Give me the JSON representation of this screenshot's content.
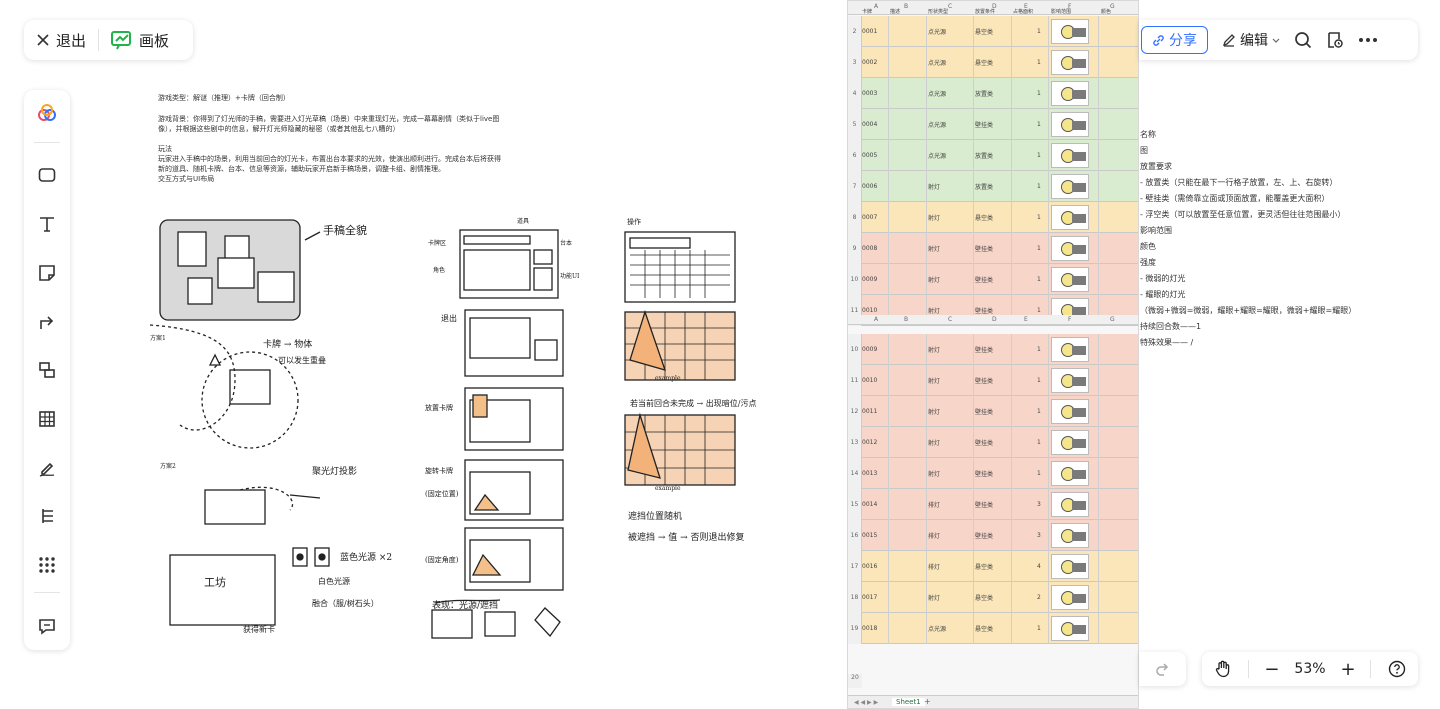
{
  "topbar": {
    "exit_label": "退出",
    "board_label": "画板"
  },
  "rightbar": {
    "share_label": "分享",
    "edit_label": "编辑"
  },
  "sidebar": {
    "items": [
      "palette-icon",
      "rect-icon",
      "text-icon",
      "sticky-note-icon",
      "connector-icon",
      "frame-icon",
      "table-icon",
      "pen-icon",
      "mindmap-icon",
      "more-apps-icon",
      "comment-icon"
    ]
  },
  "doc_notes": {
    "line1": "游戏类型：解谜（推理）+卡牌（回合制）",
    "line2": "游戏背景：你得到了灯光师的手稿，需要进入灯光草稿（场景）中来重现灯光，完成一幕幕剧情（类似于live图",
    "line3": "像），并根据这些剧中的信息，解开灯光师隐藏的秘密（或者其他乱七八糟的）",
    "line4": "玩法",
    "line5": "玩家进入手稿中的场景，利用当前回合的灯光卡，布置出台本要求的光效，使演出顺利进行。完成台本后将获得",
    "line6": "新的道具、随机卡牌、台本、信息等资源，辅助玩家开启新手稿场景，调整卡组、剧情推理。",
    "line7": "交互方式与UI布局"
  },
  "sketch_labels": {
    "s1": "手稿全貌",
    "s2": "卡牌 → 物体",
    "s3": "可以发生重叠",
    "s4": "方案1",
    "s5": "方案2",
    "s6": "聚光灯投影",
    "s7": "蓝色光源 ×2",
    "s8": "白色光源",
    "s9": "融合（服/树石头）",
    "s10": "工坊",
    "s11": "获得新卡",
    "s12": "道具",
    "s13": "卡牌区",
    "s14": "台本",
    "s15": "功能UI",
    "s16": "角色",
    "s17": "退出",
    "s18": "放置卡牌",
    "s19": "旋转卡牌",
    "s20": "(固定位置)",
    "s21": "(固定角度)",
    "s22": "表现：光源/遮挡",
    "s23": "操作",
    "s24": "example",
    "s25": "若当前回合未完成 → 出现暗位/污点",
    "s26": "example",
    "s27": "遮挡位置随机",
    "s28": "被遮挡 → 值 → 否则退出修复"
  },
  "sheet": {
    "col_headers": [
      "A",
      "B",
      "C",
      "D",
      "E",
      "F",
      "G"
    ],
    "header_row": [
      "卡牌",
      "描述",
      "形状类型",
      "放置条件",
      "占格面积",
      "影响范围",
      "颜色"
    ],
    "rows": [
      {
        "n": "2",
        "id": "0001",
        "type": "点光源",
        "cond": "悬空类",
        "area": "1",
        "bg": "#fbe6b9"
      },
      {
        "n": "3",
        "id": "0002",
        "type": "点光源",
        "cond": "悬空类",
        "area": "1",
        "bg": "#fbe6b9"
      },
      {
        "n": "4",
        "id": "0003",
        "type": "点光源",
        "cond": "放置类",
        "area": "1",
        "bg": "#d9ecd0"
      },
      {
        "n": "5",
        "id": "0004",
        "type": "点光源",
        "cond": "壁挂类",
        "area": "1",
        "bg": "#d9ecd0"
      },
      {
        "n": "6",
        "id": "0005",
        "type": "点光源",
        "cond": "放置类",
        "area": "1",
        "bg": "#d9ecd0"
      },
      {
        "n": "7",
        "id": "0006",
        "type": "射灯",
        "cond": "放置类",
        "area": "1",
        "bg": "#d9ecd0"
      },
      {
        "n": "8",
        "id": "0007",
        "type": "射灯",
        "cond": "悬空类",
        "area": "1",
        "bg": "#fbe6b9"
      },
      {
        "n": "9",
        "id": "0008",
        "type": "射灯",
        "cond": "壁挂类",
        "area": "1",
        "bg": "#f8d5c9"
      },
      {
        "n": "10",
        "id": "0009",
        "type": "射灯",
        "cond": "壁挂类",
        "area": "1",
        "bg": "#f8d5c9"
      },
      {
        "n": "11",
        "id": "0010",
        "type": "射灯",
        "cond": "壁挂类",
        "area": "1",
        "bg": "#f8d5c9"
      }
    ],
    "rows2": [
      {
        "n": "10",
        "id": "0009",
        "type": "射灯",
        "cond": "壁挂类",
        "area": "1",
        "bg": "#f8d5c9"
      },
      {
        "n": "11",
        "id": "0010",
        "type": "射灯",
        "cond": "壁挂类",
        "area": "1",
        "bg": "#f8d5c9"
      },
      {
        "n": "12",
        "id": "0011",
        "type": "射灯",
        "cond": "壁挂类",
        "area": "1",
        "bg": "#f8d5c9"
      },
      {
        "n": "13",
        "id": "0012",
        "type": "射灯",
        "cond": "壁挂类",
        "area": "1",
        "bg": "#f8d5c9"
      },
      {
        "n": "14",
        "id": "0013",
        "type": "射灯",
        "cond": "壁挂类",
        "area": "1",
        "bg": "#f8d5c9"
      },
      {
        "n": "15",
        "id": "0014",
        "type": "排灯",
        "cond": "壁挂类",
        "area": "3",
        "bg": "#f8d5c9"
      },
      {
        "n": "16",
        "id": "0015",
        "type": "排灯",
        "cond": "壁挂类",
        "area": "3",
        "bg": "#f8d5c9"
      },
      {
        "n": "17",
        "id": "0016",
        "type": "排灯",
        "cond": "悬空类",
        "area": "4",
        "bg": "#fbe6b9"
      },
      {
        "n": "18",
        "id": "0017",
        "type": "射灯",
        "cond": "悬空类",
        "area": "2",
        "bg": "#fbe6b9"
      },
      {
        "n": "19",
        "id": "0018",
        "type": "点光源",
        "cond": "悬空类",
        "area": "1",
        "bg": "#fbe6b9"
      }
    ],
    "extra_row": "20",
    "tab_label": "Sheet1"
  },
  "card_notes": {
    "l1": "名称",
    "l2": "图",
    "l3": "放置要求",
    "l4": "- 放置类（只能在最下一行格子放置，左、上、右旋转）",
    "l5": "- 壁挂类（需倚靠立面或顶面放置，能覆盖更大面积）",
    "l6": "- 浮空类（可以放置至任意位置，更灵活但往往范围最小）",
    "l7": "影响范围",
    "l8": "颜色",
    "l9": "强度",
    "l10": "- 微弱的灯光",
    "l11": "- 耀眼的灯光",
    "l12": "（微弱+微弱=微弱，耀眼+耀眼=耀眼，微弱+耀眼=耀眼）",
    "l13": "持续回合数——1",
    "l14": "特殊效果—— /"
  },
  "zoom": {
    "value": "53%"
  },
  "colors": {
    "accent": "#3370ff",
    "green_brand": "#21b24b"
  }
}
